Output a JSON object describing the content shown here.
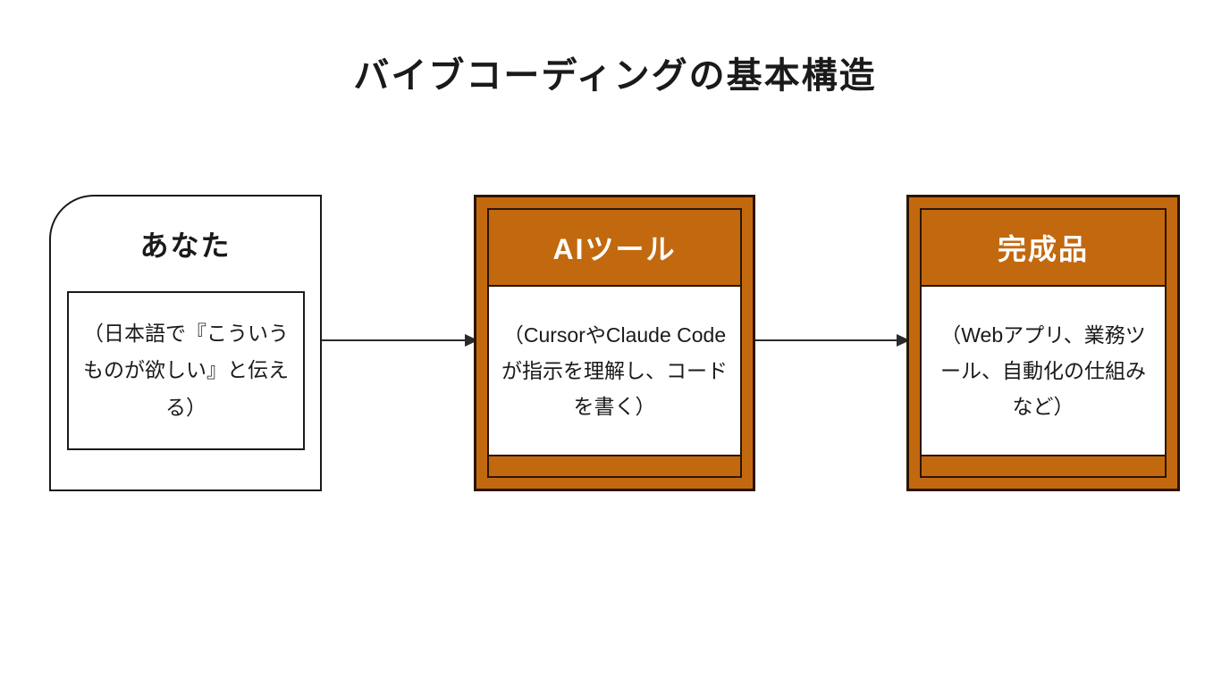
{
  "title": "バイブコーディングの基本構造",
  "nodes": [
    {
      "id": "you",
      "label": "あなた",
      "description": "（日本語で『こういうものが欲しい』と伝える）"
    },
    {
      "id": "ai-tool",
      "label": "AIツール",
      "description": "（CursorやClaude Codeが指示を理解し、コードを書く）"
    },
    {
      "id": "product",
      "label": "完成品",
      "description": "（Webアプリ、業務ツール、自動化の仕組みなど）"
    }
  ],
  "arrows": [
    {
      "from": "you",
      "to": "ai-tool"
    },
    {
      "from": "ai-tool",
      "to": "product"
    }
  ],
  "colors": {
    "accent": "#c2690f",
    "dark-border": "#2b1503",
    "border": "#1a1a1a",
    "background": "#ffffff"
  }
}
